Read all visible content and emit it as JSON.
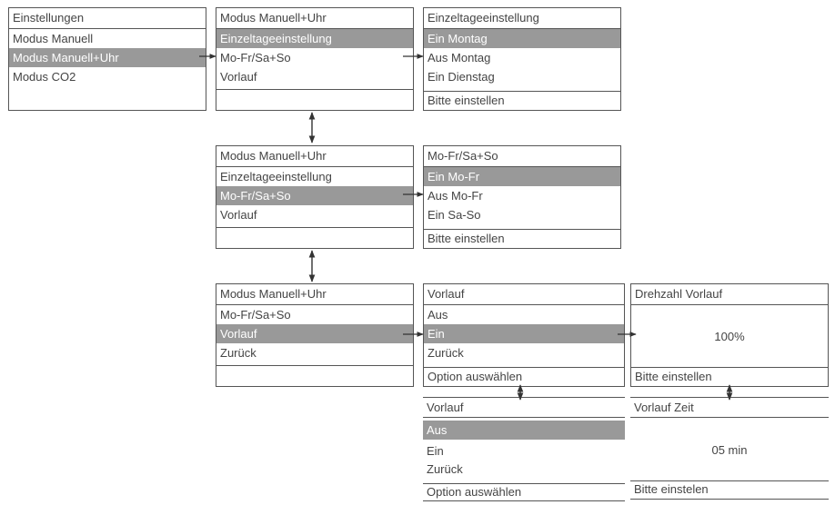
{
  "settings": {
    "title": "Einstellungen",
    "items": [
      "Modus Manuell",
      "Modus Manuell+Uhr",
      "Modus CO2"
    ]
  },
  "manual_clock_1": {
    "title": "Modus Manuell+Uhr",
    "items": [
      "Einzeltageeinstellung",
      "Mo-Fr/Sa+So",
      "Vorlauf"
    ]
  },
  "single_day": {
    "title": "Einzeltageeinstellung",
    "items": [
      "Ein Montag",
      "Aus Montag",
      "Ein Dienstag"
    ],
    "footer": "Bitte einstellen"
  },
  "manual_clock_2": {
    "title": "Modus Manuell+Uhr",
    "items": [
      "Einzeltageeinstellung",
      "Mo-Fr/Sa+So",
      "Vorlauf"
    ]
  },
  "weekday_weekend": {
    "title": "Mo-Fr/Sa+So",
    "items": [
      "Ein Mo-Fr",
      "Aus Mo-Fr",
      "Ein Sa-So"
    ],
    "footer": "Bitte einstellen"
  },
  "manual_clock_3": {
    "title": "Modus Manuell+Uhr",
    "items": [
      "Mo-Fr/Sa+So",
      "Vorlauf",
      "Zurück"
    ]
  },
  "preflow_1": {
    "title": "Vorlauf",
    "items": [
      "Aus",
      "Ein",
      "Zurück"
    ],
    "footer": "Option auswählen"
  },
  "preflow_speed": {
    "title": "Drehzahl Vorlauf",
    "value": "100%",
    "footer": "Bitte einstellen"
  },
  "preflow_2": {
    "title": "Vorlauf",
    "items": [
      "Aus",
      "Ein",
      "Zurück"
    ],
    "footer": "Option auswählen"
  },
  "preflow_time": {
    "title": "Vorlauf Zeit",
    "value": "05 min",
    "footer": "Bitte einstelen"
  }
}
